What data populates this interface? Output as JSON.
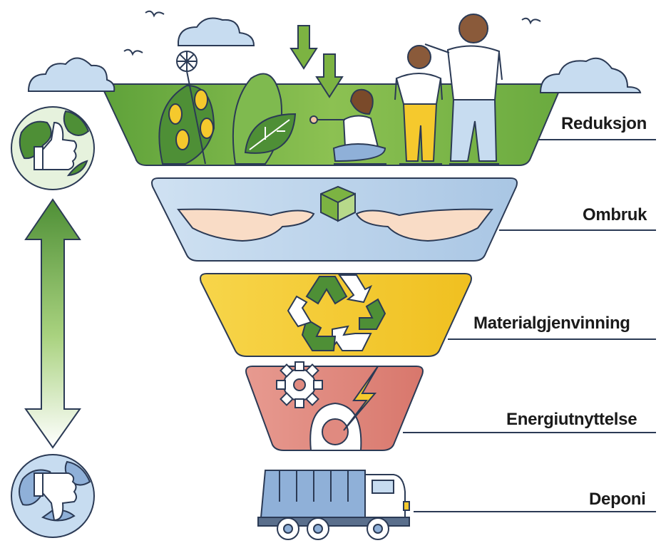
{
  "levels": [
    {
      "label": "Reduksjon",
      "color": "#7cb342"
    },
    {
      "label": "Ombruk",
      "color": "#b9d3ea"
    },
    {
      "label": "Materialgjenvinning",
      "color": "#f5c92d"
    },
    {
      "label": "Energiutnyttelse",
      "color": "#e08a80"
    },
    {
      "label": "Deponi",
      "color": "#8fb0d8"
    }
  ],
  "icons": {
    "top": "globe-thumbs-up-icon",
    "bottom": "globe-thumbs-down-icon",
    "arrow": "double-arrow-icon",
    "ombruk": "hands-holding-cube-icon",
    "materialgjenvinning": "recycle-icon",
    "energiutnyttelse": "gears-lightning-icon",
    "deponi": "garbage-truck-icon"
  },
  "colors": {
    "outline": "#2b3a55",
    "green_dark": "#4e8f36",
    "green_light": "#b7d98a",
    "label": "#1a1a1a"
  }
}
